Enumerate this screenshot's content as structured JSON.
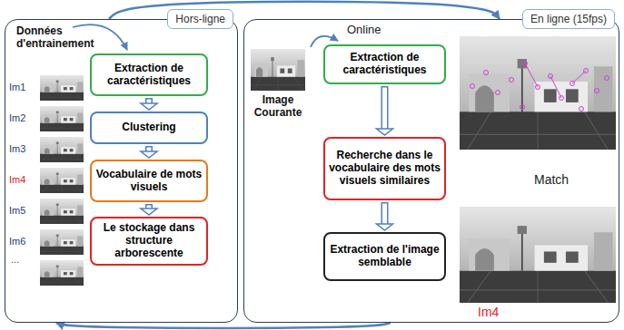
{
  "diagram": {
    "nodes": [
      {
        "text": [
          "Hors-ligne"
        ]
      },
      {
        "text": [
          "Extraction de caractéristiques"
        ],
        "in": 0
      },
      {
        "text": [
          "Clustering"
        ],
        "in": 0
      },
      {
        "text": [
          "Vocabulaire de mots visuels"
        ],
        "in": 0
      },
      {
        "text": [
          "Le stockage dans structure arborescente"
        ],
        "in": 0
      },
      {
        "text": [
          "En ligne (15fps)"
        ]
      },
      {
        "text": [
          "Extraction de caractéristiques"
        ],
        "in": 5
      },
      {
        "text": [
          "Recherche dans le vocabulaire des mots visuels similaires"
        ],
        "in": 5
      },
      {
        "text": [
          "Extraction de l'image semblable"
        ],
        "in": 5
      }
    ],
    "edges": [
      {
        "from": 1,
        "to": 2,
        "arrow": "to"
      },
      {
        "from": 2,
        "to": 3,
        "arrow": "to"
      },
      {
        "from": 3,
        "to": 4,
        "arrow": "to"
      },
      {
        "from": 6,
        "to": 7,
        "arrow": "to"
      },
      {
        "from": 7,
        "to": 8,
        "arrow": "to"
      },
      {
        "from": 0,
        "to": 5,
        "arrow": "to"
      },
      {
        "from": 5,
        "to": 0,
        "arrow": "to"
      }
    ],
    "labels": [
      "Données d'entrainement",
      "Im1",
      "Im2",
      "Im3",
      "Im4",
      "Im5",
      "Im6",
      "...",
      "Image Courante",
      "Online",
      "Match",
      "Im4"
    ]
  }
}
